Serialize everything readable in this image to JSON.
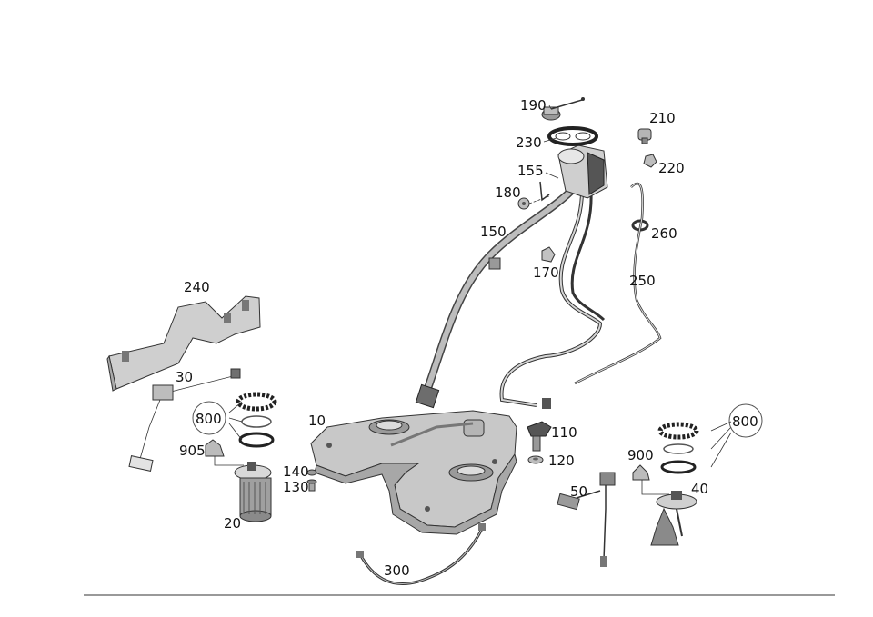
{
  "diagram": {
    "callouts": {
      "p10": "10",
      "p20": "20",
      "p30": "30",
      "p40": "40",
      "p50": "50",
      "p110": "110",
      "p120": "120",
      "p130": "130",
      "p140": "140",
      "p150": "150",
      "p155": "155",
      "p170": "170",
      "p180": "180",
      "p190": "190",
      "p210": "210",
      "p220": "220",
      "p230": "230",
      "p240": "240",
      "p250": "250",
      "p260": "260",
      "p300": "300",
      "p800_left": "800",
      "p800_right": "800",
      "p900": "900",
      "p905": "905"
    }
  }
}
